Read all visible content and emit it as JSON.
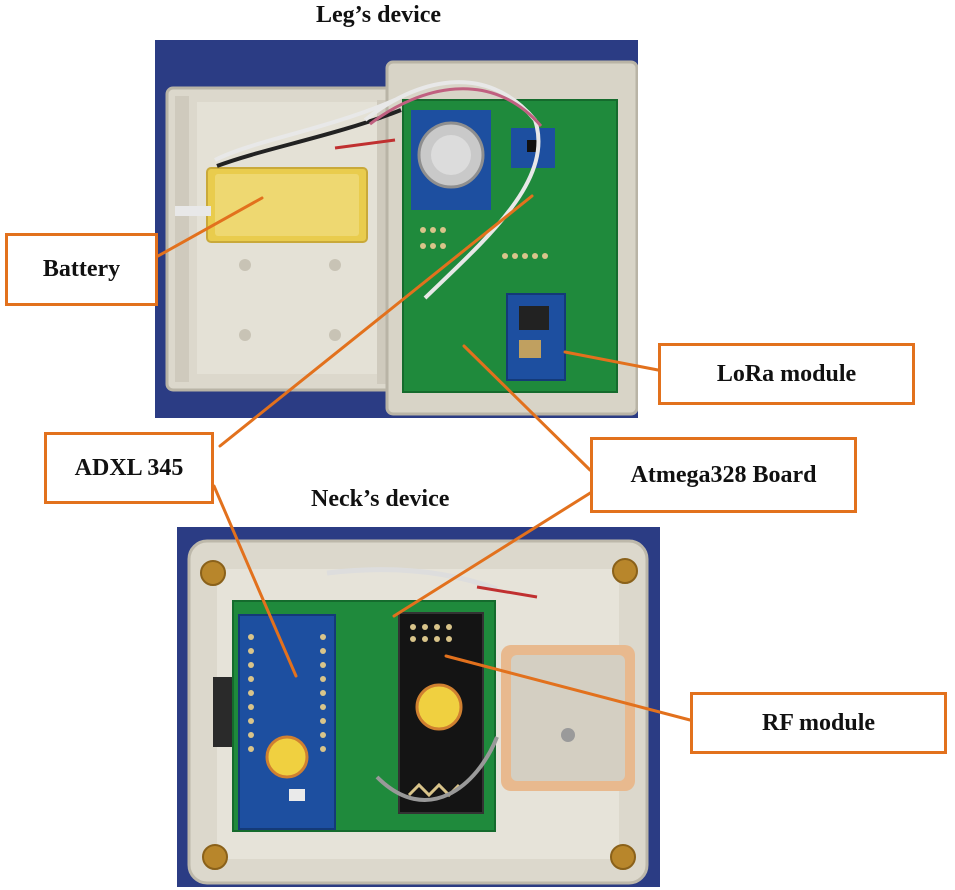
{
  "titles": {
    "leg": "Leg’s device",
    "neck": "Neck’s device"
  },
  "labels": {
    "battery": "Battery",
    "lora": "LoRa module",
    "adxl": "ADXL 345",
    "atmega": "Atmega328 Board",
    "rf": "RF module"
  },
  "colors": {
    "callout_border": "#e2711d",
    "background_blue": "#2b3c84",
    "pcb_green": "#1f8a3c",
    "module_blue": "#1d4fa0",
    "enclosure": "#dcd8cc"
  }
}
